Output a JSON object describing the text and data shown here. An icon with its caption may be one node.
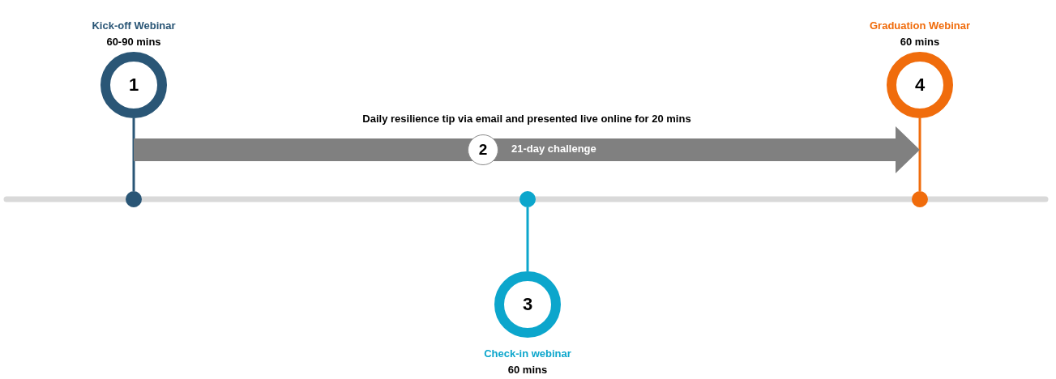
{
  "diagram": {
    "nodes": [
      {
        "text": [
          "1"
        ],
        "beside": [
          "Kick-off Webinar",
          "60-90 mins"
        ]
      },
      {
        "text": [],
        "shape": "circle"
      },
      {
        "text": [
          "Daily resilience tip via email and presented live online for 20 mins",
          "21-day challenge"
        ]
      },
      {
        "text": [
          "2"
        ],
        "in": 2
      },
      {
        "text": [],
        "shape": "circle"
      },
      {
        "text": [
          "3"
        ],
        "beside": [
          "Check-in webinar",
          "60 mins"
        ]
      },
      {
        "text": [
          "4"
        ],
        "beside": [
          "Graduation Webinar",
          "60 mins"
        ]
      },
      {
        "text": [],
        "shape": "circle"
      }
    ],
    "edges": [
      {
        "from": 0,
        "to": 1,
        "arrow": "none",
        "color": "#2a5676"
      },
      {
        "from": 5,
        "to": 4,
        "arrow": "none",
        "color": "#0ca6cc"
      },
      {
        "from": 6,
        "to": 7,
        "arrow": "none",
        "color": "#f06c0c"
      }
    ]
  }
}
